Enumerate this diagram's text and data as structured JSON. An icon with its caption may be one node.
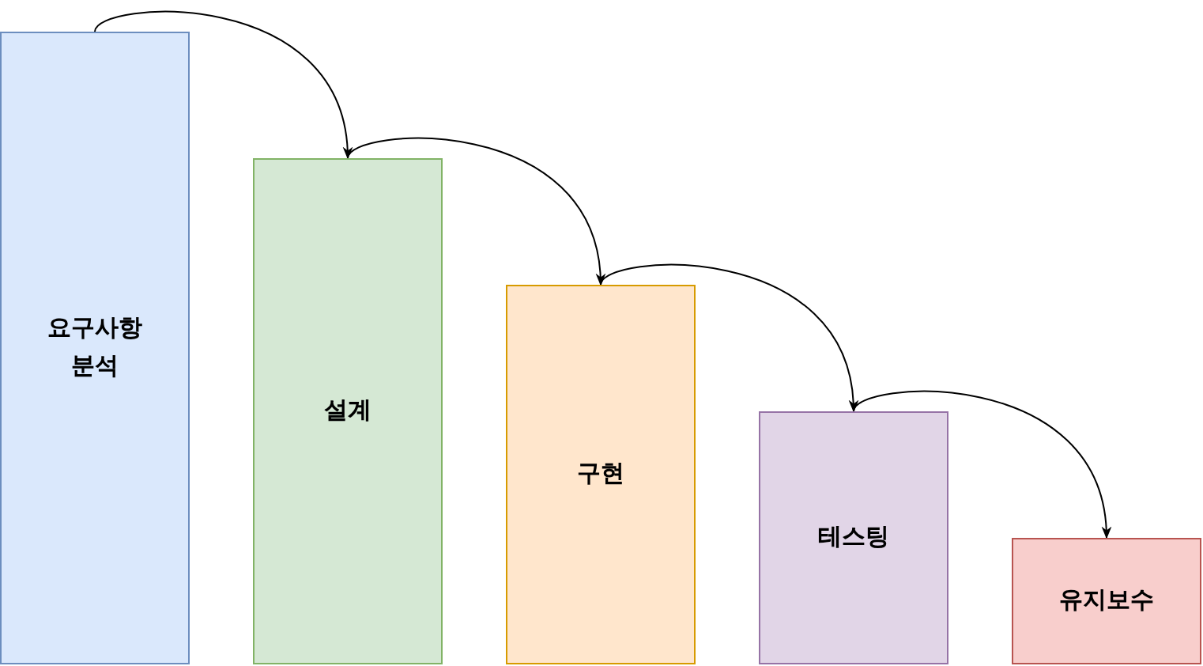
{
  "diagram": {
    "nodes": [
      {
        "text": [
          "요구사항 분석"
        ]
      },
      {
        "text": [
          "설계"
        ]
      },
      {
        "text": [
          "구현"
        ]
      },
      {
        "text": [
          "테스팅"
        ]
      },
      {
        "text": [
          "유지보수"
        ]
      }
    ],
    "edges": [
      {
        "from": 0,
        "to": 1,
        "arrow": "to"
      },
      {
        "from": 1,
        "to": 2,
        "arrow": "to"
      },
      {
        "from": 2,
        "to": 3,
        "arrow": "to"
      },
      {
        "from": 3,
        "to": 4,
        "arrow": "to"
      }
    ]
  }
}
